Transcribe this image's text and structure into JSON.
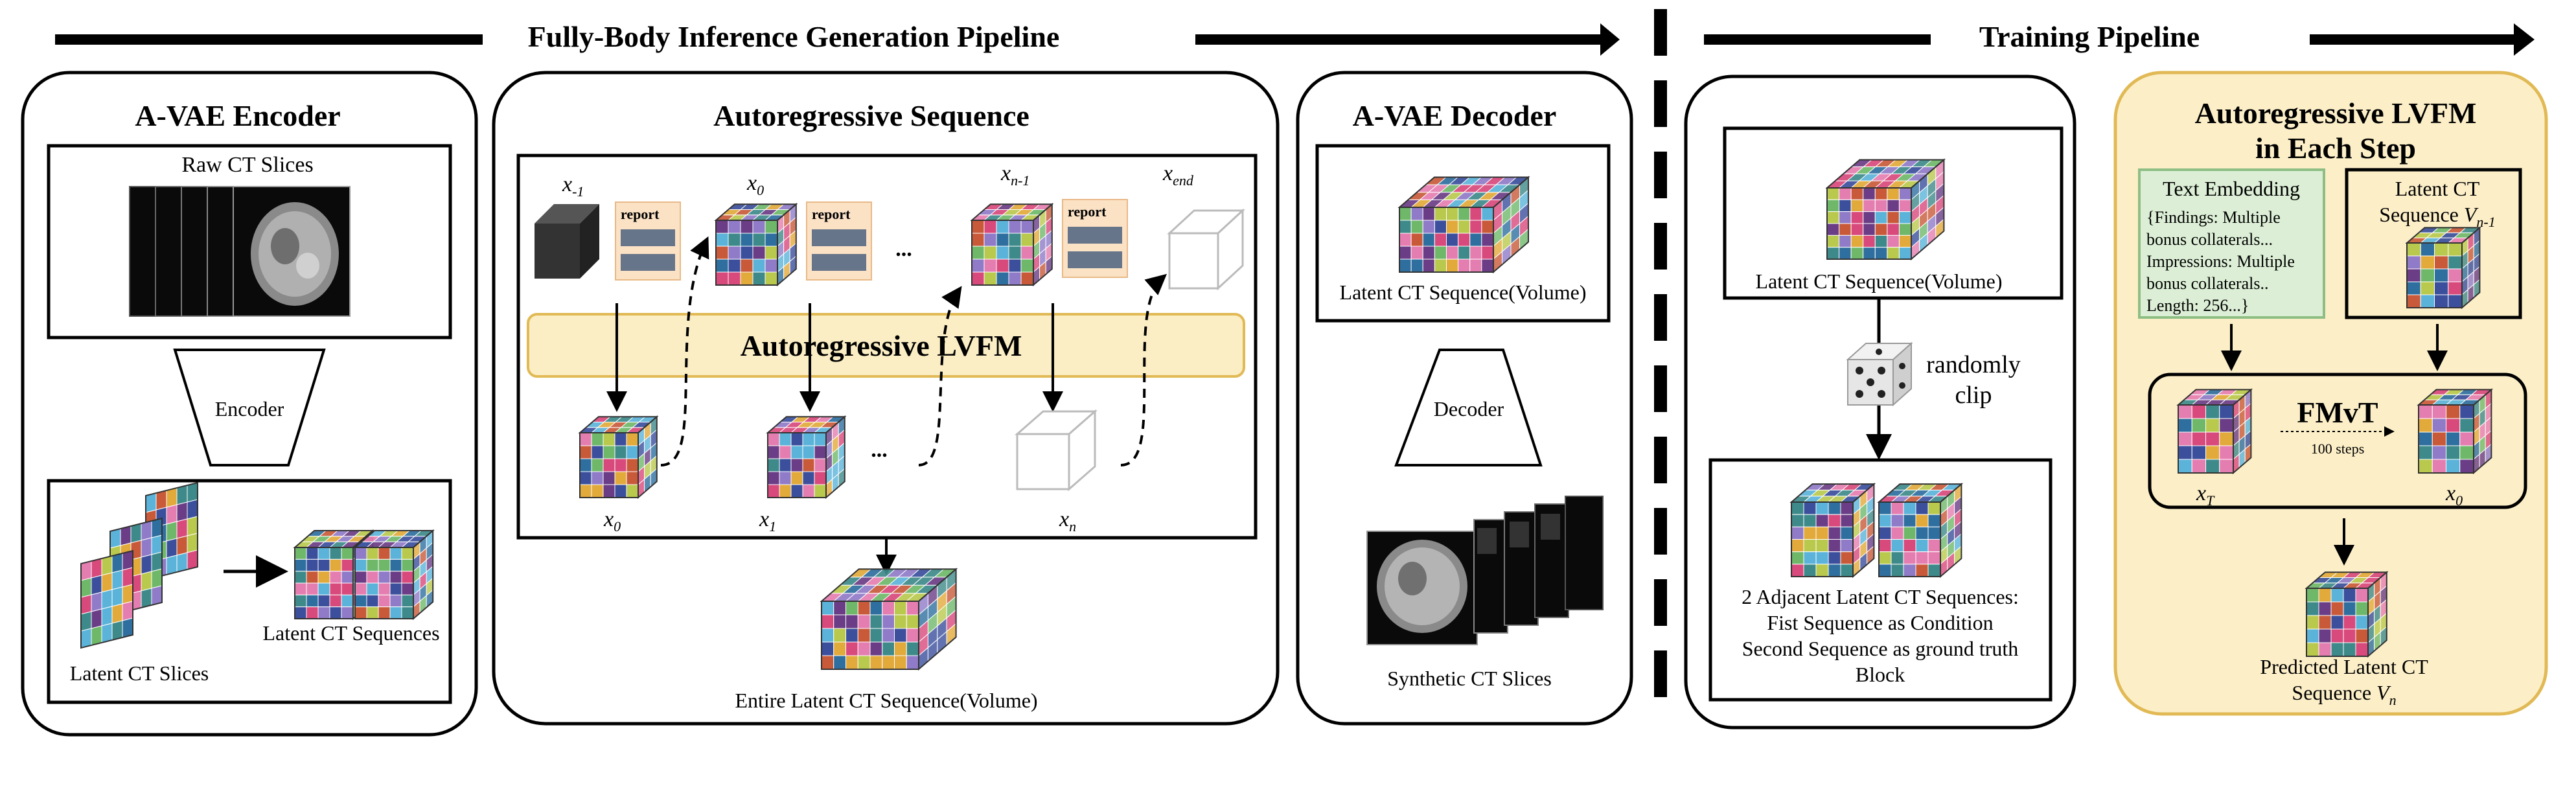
{
  "headers": {
    "inference": "Fully-Body  Inference Generation Pipeline",
    "training": "Training Pipeline"
  },
  "encoder": {
    "title": "A-VAE Encoder",
    "raw_label": "Raw CT Slices",
    "encoder_label": "Encoder",
    "latent_slices_label": "Latent CT Slices",
    "latent_sequences_label": "Latent CT Sequences"
  },
  "autoregressive": {
    "title": "Autoregressive Sequence",
    "model_label": "Autoregressive LVFM",
    "report_label": "report",
    "ellipsis": "...",
    "top": [
      {
        "base": "x",
        "sub": "-1"
      },
      {
        "base": "x",
        "sub": "0"
      },
      {
        "base": "x",
        "sub": "n-1"
      },
      {
        "base": "x",
        "sub": "end"
      }
    ],
    "bottom": [
      {
        "base": "x",
        "sub": "0"
      },
      {
        "base": "x",
        "sub": "1"
      },
      {
        "base": "x",
        "sub": "n"
      }
    ],
    "entire_label": "Entire Latent CT Sequence(Volume)"
  },
  "decoder": {
    "title": "A-VAE Decoder",
    "volume_label": "Latent CT Sequence(Volume)",
    "decoder_label": "Decoder",
    "synthetic_label": "Synthetic CT Slices"
  },
  "training": {
    "volume_label": "Latent CT Sequence(Volume)",
    "clip_line1": "randomly",
    "clip_line2": "clip",
    "adjacent_lines": [
      "2 Adjacent Latent CT Sequences:",
      "Fist Sequence as Condition",
      "Second Sequence as ground truth",
      "Block"
    ]
  },
  "lvfm_step": {
    "title_line1": "Autoregressive LVFM",
    "title_line2": "in Each Step",
    "text_embedding_title": "Text Embedding",
    "text_embedding_lines": [
      "{Findings: Multiple",
      "bonus collaterals...",
      "Impressions: Multiple",
      "bonus collaterals..",
      "Length: 256...}"
    ],
    "latent_title_line1": "Latent CT",
    "latent_title_line2": "Sequence",
    "latent_var": {
      "base": "V",
      "sub": "n-1"
    },
    "model_label": "FMvT",
    "steps_label": "100 steps",
    "xT": {
      "base": "x",
      "sub": "T"
    },
    "x0": {
      "base": "x",
      "sub": "0"
    },
    "predicted_line1": "Predicted Latent CT",
    "predicted_line2": "Sequence",
    "predicted_var": {
      "base": "V",
      "sub": "n"
    }
  },
  "colors": {
    "line": "#000000",
    "lvfm_fill": "#fbeec4",
    "lvfm_stroke": "#e1b955",
    "panel_yellow": "#fcefc8",
    "report_fill": "#fbe2c5",
    "report_bar": "#67758a",
    "text_embed_fill": "#dcefd6",
    "text_embed_stroke": "#8fbe84",
    "mosaic": [
      "#3b4f9c",
      "#d8497c",
      "#3e8a8a",
      "#e2a93b",
      "#8f7bc8",
      "#5bb3d9",
      "#c85a3a",
      "#6fb86a",
      "#6a3d86",
      "#e57eb0",
      "#2f6f9f",
      "#b9c94d"
    ]
  }
}
